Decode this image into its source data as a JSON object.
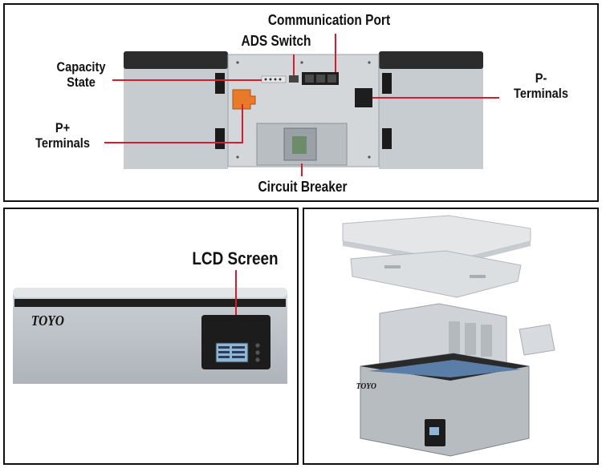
{
  "panels": {
    "top": {
      "callouts": {
        "communication_port": "Communication Port",
        "ads_switch": "ADS Switch",
        "capacity_state": "Capacity\nState",
        "p_plus_terminals": "P+\nTerminals",
        "p_minus_terminals": "P-\nTerminals",
        "circuit_breaker": "Circuit Breaker"
      }
    },
    "bottom_left": {
      "callouts": {
        "lcd_screen": "LCD Screen"
      },
      "brand_logo": "TOYO"
    },
    "bottom_right": {
      "brand_logo": "TOYO"
    }
  },
  "colors": {
    "callout_line": "#d21f2b",
    "body_gray": "#c9cdd1",
    "top_dark": "#2b2b2b",
    "terminal_orange": "#e97a2a"
  }
}
